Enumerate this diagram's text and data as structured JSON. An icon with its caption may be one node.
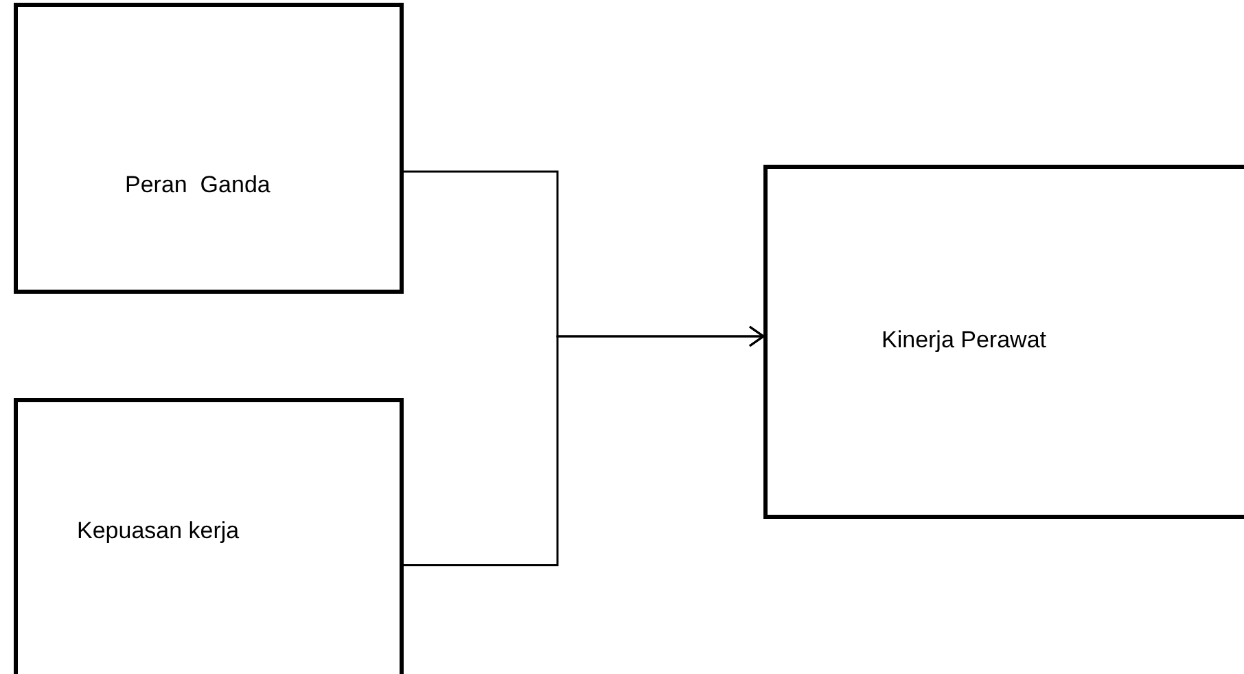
{
  "diagram": {
    "nodes": [
      {
        "text": [
          "Peran  Ganda"
        ]
      },
      {
        "text": [
          "Kepuasan kerja"
        ]
      },
      {
        "text": [
          "Kinerja Perawat"
        ]
      }
    ],
    "edges": [
      {
        "from": 0,
        "to": 2,
        "arrow": "to"
      },
      {
        "from": 1,
        "to": 2,
        "arrow": "to"
      }
    ]
  }
}
